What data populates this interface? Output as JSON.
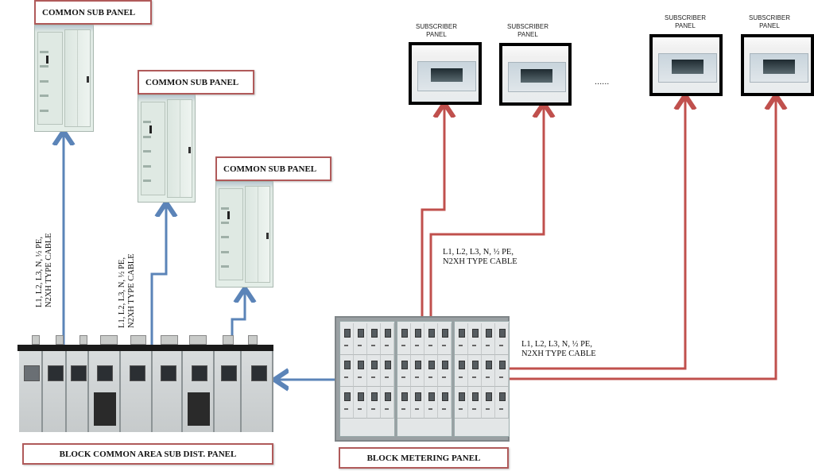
{
  "diagram": {
    "title": "Block electrical distribution single-line diagram",
    "colors": {
      "common_feed_line": "#5b84b8",
      "subscriber_feed_line": "#c0504d",
      "label_border": "#b05a5a",
      "subscriber_panel_border": "#000000"
    },
    "common_sub_panels": [
      {
        "id": "csp1",
        "label": "COMMON SUB PANEL"
      },
      {
        "id": "csp2",
        "label": "COMMON SUB PANEL"
      },
      {
        "id": "csp3",
        "label": "COMMON SUB PANEL"
      }
    ],
    "subscriber_panels": [
      {
        "id": "sp1",
        "label_line1": "SUBSCRIBER",
        "label_line2": "PANEL"
      },
      {
        "id": "sp2",
        "label_line1": "SUBSCRIBER",
        "label_line2": "PANEL"
      },
      {
        "id": "sp3",
        "label_line1": "SUBSCRIBER",
        "label_line2": "PANEL"
      },
      {
        "id": "sp4",
        "label_line1": "SUBSCRIBER",
        "label_line2": "PANEL"
      }
    ],
    "ellipsis": "......",
    "main_panels": {
      "common_area": {
        "label": "BLOCK COMMON AREA SUB DIST. PANEL"
      },
      "metering": {
        "label": "BLOCK METERING PANEL"
      }
    },
    "cable_labels": {
      "common_left": {
        "line1": "L1, L2, L3, N, ½ PE,",
        "line2": "N2XH TYPE CABLE"
      },
      "common_mid": {
        "line1": "L1, L2, L3, N, ½ PE,",
        "line2": "N2XH TYPE CABLE"
      },
      "subscriber_upper": {
        "line1": "L1, L2, L3, N, ½ PE,",
        "line2": "N2XH TYPE CABLE"
      },
      "subscriber_right": {
        "line1": "L1, L2, L3, N, ½ PE,",
        "line2": "N2XH TYPE CABLE"
      }
    },
    "connections": [
      {
        "from": "common_area",
        "to": "csp1",
        "color": "common_feed_line"
      },
      {
        "from": "common_area",
        "to": "csp2",
        "color": "common_feed_line"
      },
      {
        "from": "common_area",
        "to": "csp3",
        "color": "common_feed_line"
      },
      {
        "from": "metering",
        "to": "common_area",
        "color": "common_feed_line"
      },
      {
        "from": "metering",
        "to": "sp1",
        "color": "subscriber_feed_line"
      },
      {
        "from": "metering",
        "to": "sp2",
        "color": "subscriber_feed_line"
      },
      {
        "from": "metering",
        "to": "sp3",
        "color": "subscriber_feed_line"
      },
      {
        "from": "metering",
        "to": "sp4",
        "color": "subscriber_feed_line"
      }
    ]
  }
}
